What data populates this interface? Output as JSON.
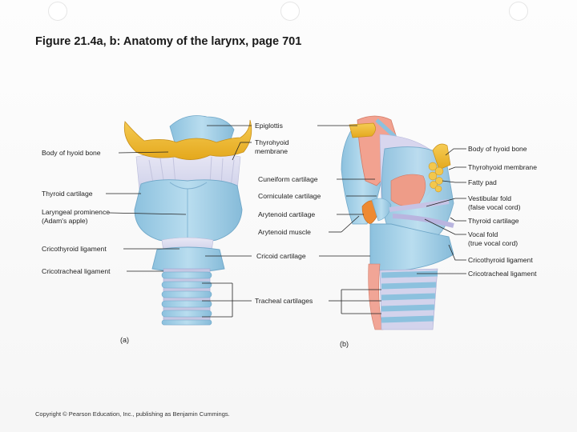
{
  "figure": {
    "number": "Figure 21.4a, b:",
    "title": "Anatomy of the larynx, page 701"
  },
  "panel_a": {
    "letter": "(a)",
    "labels_left": {
      "hyoid": "Body of hyoid bone",
      "thyroid": "Thyroid cartilage",
      "prominence_1": "Laryngeal prominence",
      "prominence_2": "(Adam's apple)",
      "cricothyroid": "Cricothyroid ligament",
      "cricotracheal": "Cricotracheal ligament"
    }
  },
  "center_labels": {
    "epiglottis": "Epiglottis",
    "thyrohyoid_1": "Thyrohyoid",
    "thyrohyoid_2": "membrane",
    "cuneiform": "Cuneiform cartilage",
    "corniculate": "Corniculate cartilage",
    "arytenoid_cart": "Arytenoid cartilage",
    "arytenoid_musc": "Arytenoid muscle",
    "cricoid": "Cricoid cartilage",
    "tracheal": "Tracheal cartilages"
  },
  "panel_b": {
    "letter": "(b)",
    "labels_right": {
      "hyoid": "Body of hyoid bone",
      "thyrohyoid": "Thyrohyoid membrane",
      "fatty": "Fatty pad",
      "vestibular_1": "Vestibular fold",
      "vestibular_2": "(false vocal cord)",
      "thyroid": "Thyroid cartilage",
      "vocal_1": "Vocal fold",
      "vocal_2": "(true vocal cord)",
      "cricothyroid": "Cricothyroid ligament",
      "cricotracheal": "Cricotracheal ligament"
    }
  },
  "copyright": "Copyright © Pearson Education, Inc., publishing as Benjamin Cummings.",
  "colors": {
    "cartilage": "#a9d3ea",
    "cartilage_dark": "#7fb6d6",
    "hyoid": "#f0b92e",
    "membrane": "#dcdcef",
    "muscle": "#f09a86",
    "leader": "#222222"
  }
}
